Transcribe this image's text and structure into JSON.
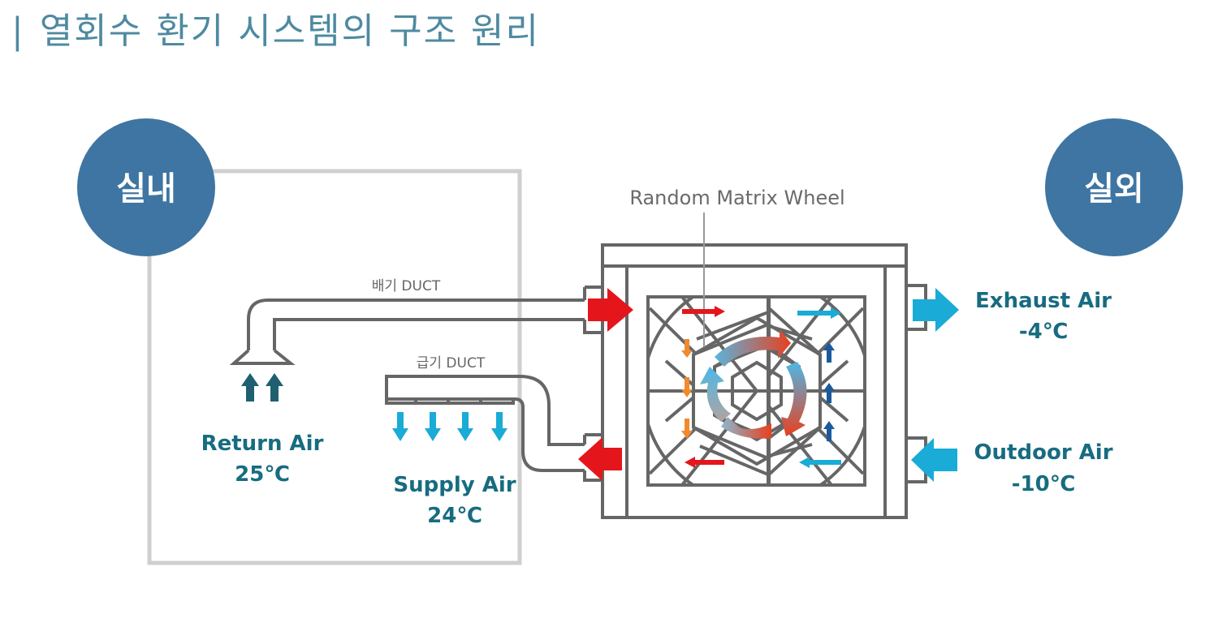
{
  "title": {
    "separator": "|",
    "text": "열회수 환기 시스템의 구조 원리"
  },
  "zones": {
    "indoor": "실내",
    "outdoor": "실외"
  },
  "ducts": {
    "exhaust_duct": "배기 DUCT",
    "supply_duct": "급기 DUCT"
  },
  "wheel_label": "Random Matrix Wheel",
  "airflows": {
    "return_air": {
      "name": "Return Air",
      "temp": "25℃"
    },
    "supply_air": {
      "name": "Supply Air",
      "temp": "24℃"
    },
    "exhaust_air": {
      "name": "Exhaust Air",
      "temp": "-4℃"
    },
    "outdoor_air": {
      "name": "Outdoor Air",
      "temp": "-10℃"
    }
  },
  "colors": {
    "zone_circle": "#3e75a2",
    "label_teal": "#176c80",
    "warm_arrow": "#e4161c",
    "cool_arrow": "#1aabd6",
    "return_arrow": "#1e6070",
    "orange_arrow": "#f0892f",
    "navy_arrow": "#1b5a9b",
    "frame_grey": "#666666",
    "room_border": "#cfcfcf"
  }
}
